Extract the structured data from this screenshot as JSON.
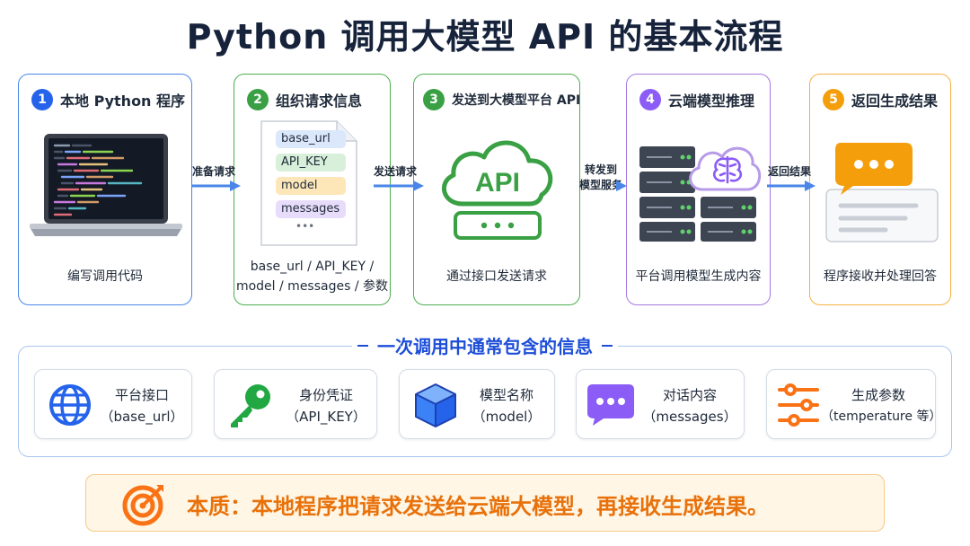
{
  "title": "Python 调用大模型 API 的基本流程",
  "steps": [
    {
      "num": "1",
      "title": "本地 Python 程序",
      "caption": "编写调用代码"
    },
    {
      "num": "2",
      "title": "组织请求信息",
      "caption_line1": "base_url / API_KEY /",
      "caption_line2": "model / messages / 参数",
      "doc_items": [
        "base_url",
        "API_KEY",
        "model",
        "messages"
      ],
      "doc_more": "•••"
    },
    {
      "num": "3",
      "title": "发送到大模型平台 API",
      "caption": "通过接口发送请求",
      "cloud_label": "API"
    },
    {
      "num": "4",
      "title": "云端模型推理",
      "caption": "平台调用模型生成内容"
    },
    {
      "num": "5",
      "title": "返回生成结果",
      "caption": "程序接收并处理回答"
    }
  ],
  "arrows": [
    {
      "label": "准备请求"
    },
    {
      "label": "发送请求"
    },
    {
      "label_line1": "转发到",
      "label_line2": "模型服务"
    },
    {
      "label": "返回结果"
    }
  ],
  "info": {
    "title": "一次调用中通常包含的信息",
    "cards": [
      {
        "icon": "globe-icon",
        "label": "平台接口",
        "sub": "（base_url）"
      },
      {
        "icon": "key-icon",
        "label": "身份凭证",
        "sub": "（API_KEY）"
      },
      {
        "icon": "cube-icon",
        "label": "模型名称",
        "sub": "（model）"
      },
      {
        "icon": "chat-icon",
        "label": "对话内容",
        "sub": "（messages）"
      },
      {
        "icon": "sliders-icon",
        "label": "生成参数",
        "sub": "（temperature 等）"
      }
    ]
  },
  "essence": "本质：本地程序把请求发送给云端大模型，再接收生成结果。",
  "colors": {
    "blue": "#2563eb",
    "green": "#3aa044",
    "purple": "#8b5cf6",
    "orange": "#f59e0b",
    "accent": "#e8710a"
  }
}
